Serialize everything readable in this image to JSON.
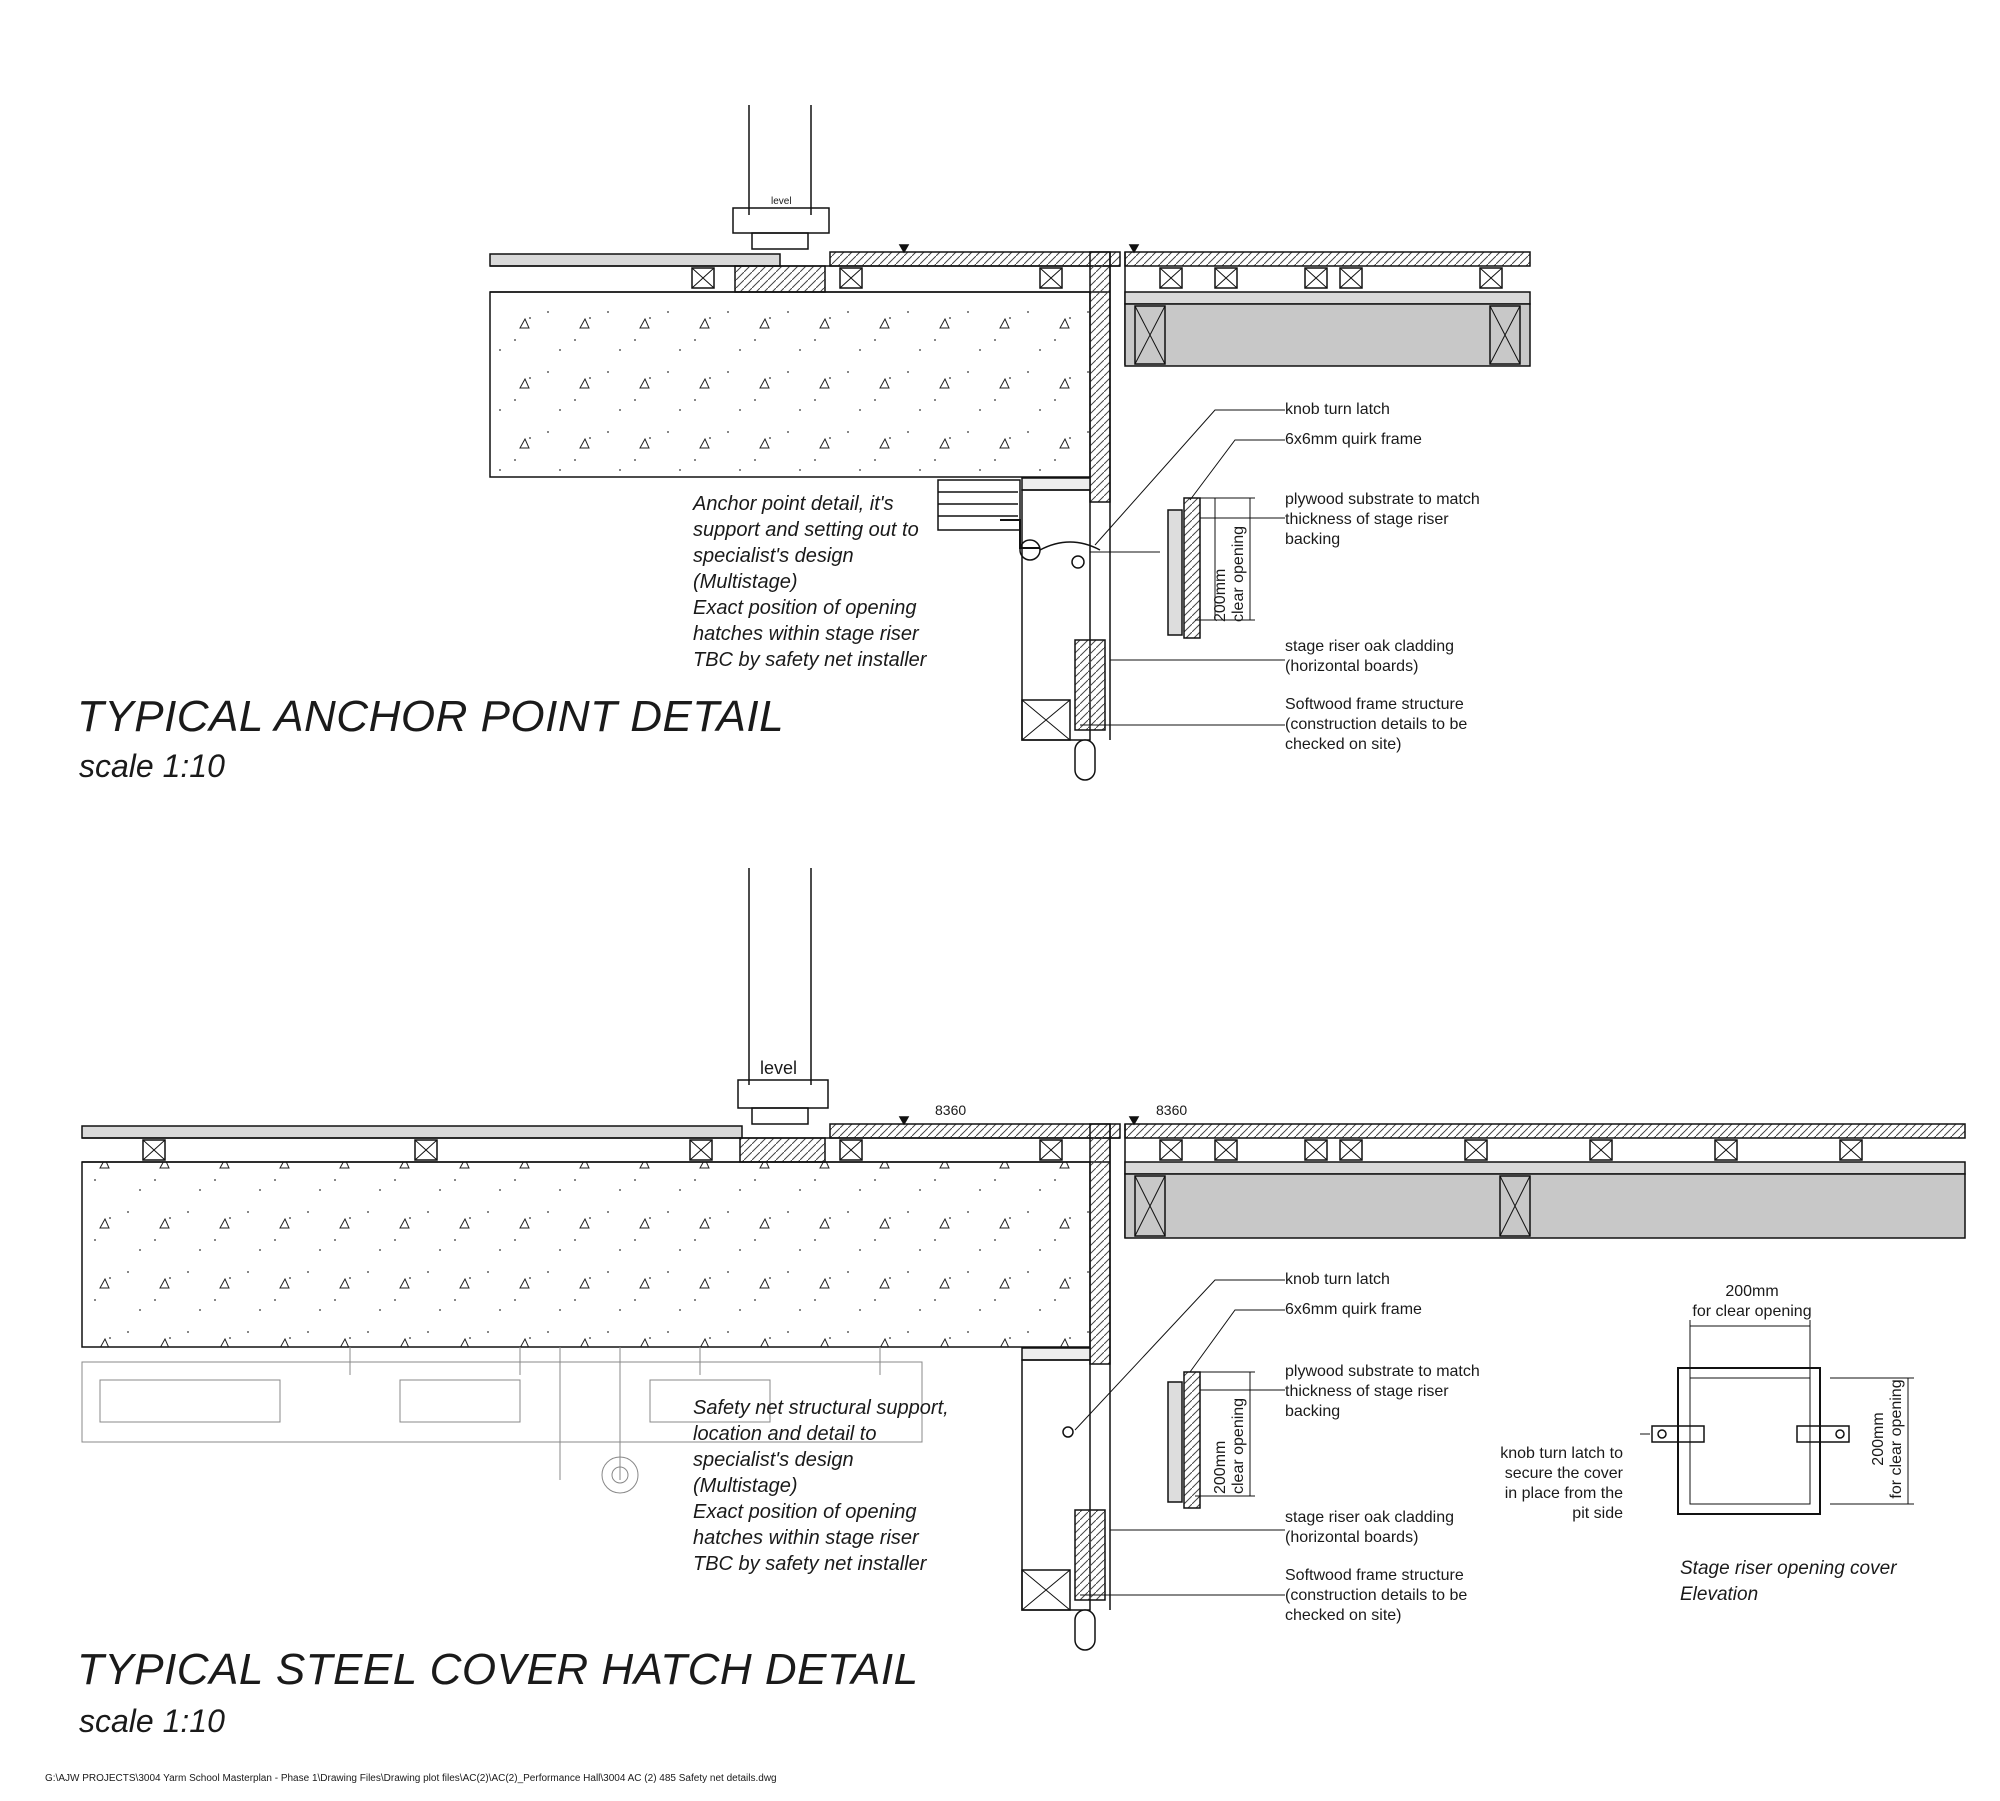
{
  "detail_1": {
    "title": "TYPICAL ANCHOR POINT DETAIL",
    "scale": "scale 1:10",
    "level_label": "level",
    "note": [
      "Anchor point detail, it's",
      "support and setting out to",
      "specialist's design",
      "(Multistage)",
      "Exact position of opening",
      "hatches within stage riser",
      "TBC by safety net installer"
    ],
    "callouts": {
      "knob": "knob turn latch",
      "quirk": "6x6mm quirk frame",
      "plywood": [
        "plywood substrate to match",
        "thickness of stage riser",
        "backing"
      ],
      "cladding": [
        "stage riser oak cladding",
        "(horizontal boards)"
      ],
      "softwood": [
        "Softwood frame structure",
        "(construction details to be",
        "checked on site)"
      ],
      "opening": [
        "200mm",
        "clear opening"
      ]
    }
  },
  "detail_2": {
    "title": "TYPICAL STEEL COVER HATCH DETAIL",
    "scale": "scale 1:10",
    "level_label": "level",
    "level_value_left": "8360",
    "level_value_right": "8360",
    "note": [
      "Safety net structural support,",
      "location and detail to",
      "specialist's design",
      "(Multistage)",
      "Exact position of opening",
      "hatches within stage riser",
      "TBC by safety net installer"
    ],
    "callouts": {
      "knob": "knob turn latch",
      "quirk": "6x6mm quirk frame",
      "plywood": [
        "plywood substrate to match",
        "thickness of stage riser",
        "backing"
      ],
      "cladding": [
        "stage riser oak cladding",
        "(horizontal boards)"
      ],
      "softwood": [
        "Softwood frame structure",
        "(construction details to be",
        "checked on site)"
      ],
      "opening": [
        "200mm",
        "clear opening"
      ]
    },
    "elevation": {
      "dim_top": [
        "200mm",
        "for clear opening"
      ],
      "dim_side": [
        "200mm",
        "for clear opening"
      ],
      "latch_note": [
        "knob turn latch to",
        "secure the cover",
        "in place from the",
        "pit side"
      ],
      "caption": [
        "Stage riser opening cover",
        "Elevation"
      ]
    }
  },
  "file_path": "G:\\AJW PROJECTS\\3004 Yarm School Masterplan - Phase 1\\Drawing Files\\Drawing plot files\\AC(2)\\AC(2)_Performance Hall\\3004 AC (2) 485 Safety net details.dwg"
}
